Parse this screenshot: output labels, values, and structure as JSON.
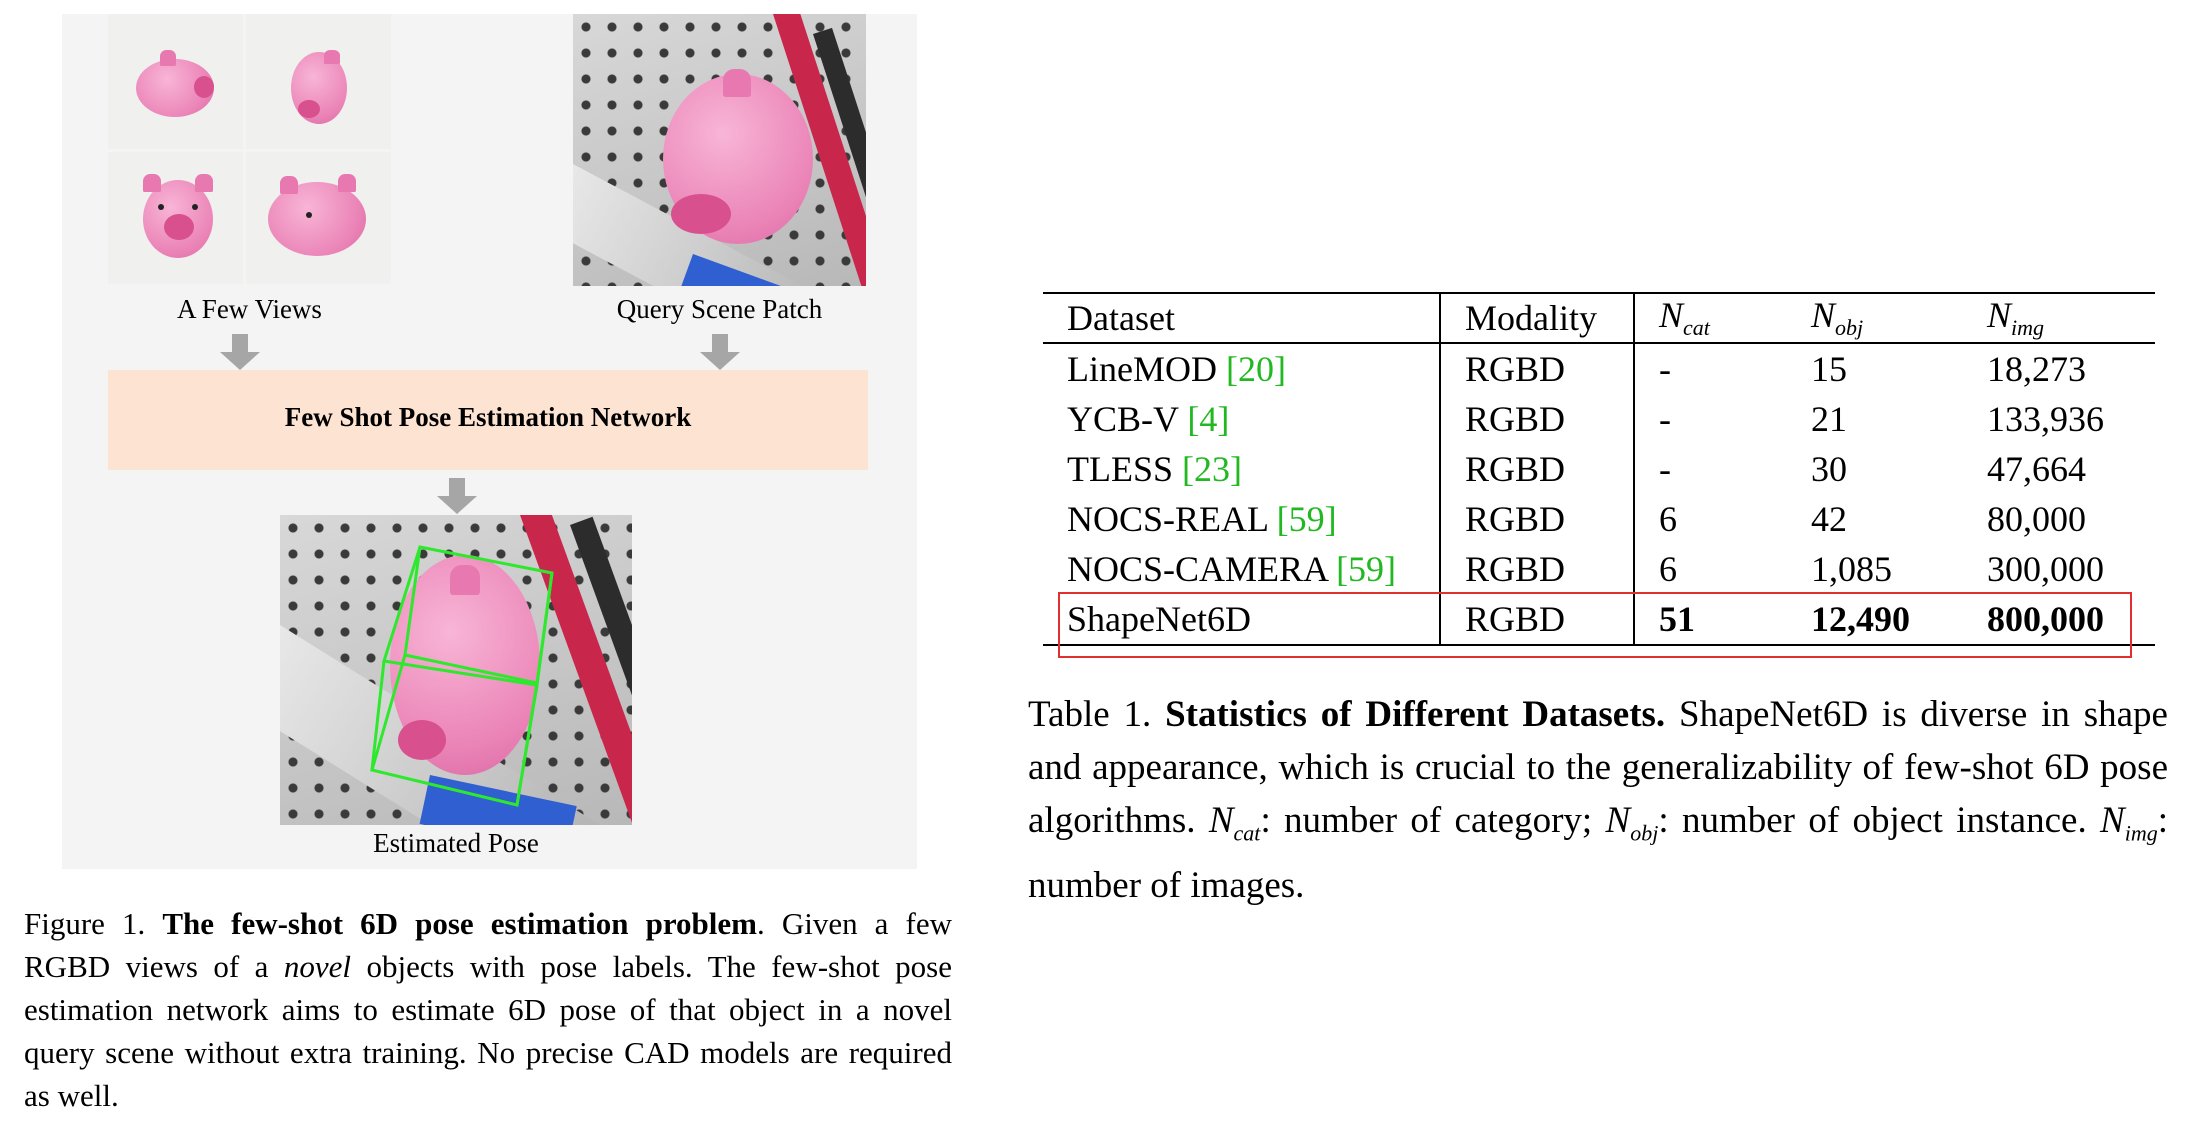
{
  "figure": {
    "labels": {
      "few_views": "A Few Views",
      "query_patch": "Query Scene Patch",
      "network": "Few Shot Pose Estimation Network",
      "estimated": "Estimated Pose"
    },
    "caption": {
      "prefix": "Figure 1. ",
      "title": "The few-shot 6D pose estimation problem",
      "part1": ". Given a few RGBD views of a ",
      "italic": "novel",
      "part2": " objects with pose labels. The few-shot pose estimation network aims to estimate 6D pose of that object in a novel query scene without extra training. No precise CAD models are required as well."
    },
    "colors": {
      "network_box": "#fce3d2",
      "bbox": "#2ee82e",
      "arrow": "#a6a6a6",
      "pig": "#ea82b6"
    }
  },
  "table": {
    "headers": {
      "dataset": "Dataset",
      "modality": "Modality",
      "ncat": {
        "base": "N",
        "sub": "cat"
      },
      "nobj": {
        "base": "N",
        "sub": "obj"
      },
      "nimg": {
        "base": "N",
        "sub": "img"
      }
    },
    "rows": [
      {
        "name": "LineMOD ",
        "ref": "[20]",
        "modality": "RGBD",
        "ncat": "-",
        "nobj": "15",
        "nimg": "18,273"
      },
      {
        "name": "YCB-V ",
        "ref": "[4]",
        "modality": "RGBD",
        "ncat": "-",
        "nobj": "21",
        "nimg": "133,936"
      },
      {
        "name": "TLESS ",
        "ref": "[23]",
        "modality": "RGBD",
        "ncat": "-",
        "nobj": "30",
        "nimg": "47,664"
      },
      {
        "name": "NOCS-REAL ",
        "ref": "[59]",
        "modality": "RGBD",
        "ncat": "6",
        "nobj": "42",
        "nimg": "80,000"
      },
      {
        "name": "NOCS-CAMERA ",
        "ref": "[59]",
        "modality": "RGBD",
        "ncat": "6",
        "nobj": "1,085",
        "nimg": "300,000"
      },
      {
        "name": "ShapeNet6D",
        "ref": "",
        "modality": "RGBD",
        "ncat": "51",
        "nobj": "12,490",
        "nimg": "800,000"
      }
    ],
    "colors": {
      "citation": "#22b822",
      "highlight": "#e0312f"
    },
    "caption": {
      "prefix": "Table 1. ",
      "title": "Statistics of Different Datasets.",
      "part1": " ShapeNet6D is diverse in shape and appearance, which is crucial to the generalizability of few-shot 6D pose algorithms. ",
      "ncat_desc": ": number of category; ",
      "nobj_desc": ": number of object instance. ",
      "nimg_desc": ": number of images."
    }
  }
}
